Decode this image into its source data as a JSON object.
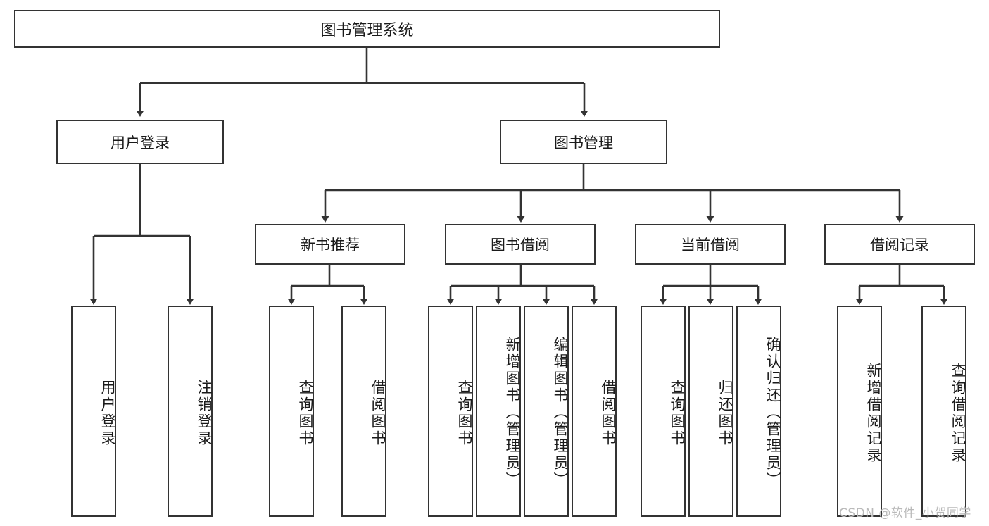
{
  "diagram": {
    "title": "图书管理系统",
    "type": "functional-structure-tree",
    "root": {
      "id": "root",
      "label": "图书管理系统"
    },
    "level2": [
      {
        "id": "user-login",
        "label": "用户登录"
      },
      {
        "id": "book-manage",
        "label": "图书管理"
      }
    ],
    "level3": [
      {
        "id": "new-book-recommend",
        "label": "新书推荐",
        "parent": "book-manage"
      },
      {
        "id": "book-borrow",
        "label": "图书借阅",
        "parent": "book-manage"
      },
      {
        "id": "current-borrow",
        "label": "当前借阅",
        "parent": "book-manage"
      },
      {
        "id": "borrow-record",
        "label": "借阅记录",
        "parent": "book-manage"
      }
    ],
    "leaves": [
      {
        "id": "leaf-user-login",
        "label": "用户登录",
        "parent": "user-login"
      },
      {
        "id": "leaf-user-logout",
        "label": "注销登录",
        "parent": "user-login"
      },
      {
        "id": "leaf-query-book-1",
        "label": "查询图书",
        "parent": "new-book-recommend"
      },
      {
        "id": "leaf-borrow-book-1",
        "label": "借阅图书",
        "parent": "new-book-recommend"
      },
      {
        "id": "leaf-query-book-2",
        "label": "查询图书",
        "parent": "book-borrow"
      },
      {
        "id": "leaf-add-book",
        "label": "新增图书（管理员）",
        "parent": "book-borrow"
      },
      {
        "id": "leaf-edit-book",
        "label": "编辑图书（管理员）",
        "parent": "book-borrow"
      },
      {
        "id": "leaf-borrow-book-2",
        "label": "借阅图书",
        "parent": "book-borrow"
      },
      {
        "id": "leaf-query-book-3",
        "label": "查询图书",
        "parent": "current-borrow"
      },
      {
        "id": "leaf-return-book",
        "label": "归还图书",
        "parent": "current-borrow"
      },
      {
        "id": "leaf-confirm-return",
        "label": "确认归还（管理员）",
        "parent": "current-borrow"
      },
      {
        "id": "leaf-add-record",
        "label": "新增借阅记录",
        "parent": "borrow-record"
      },
      {
        "id": "leaf-query-record",
        "label": "查询借阅记录",
        "parent": "borrow-record"
      }
    ]
  },
  "watermark": {
    "text": "CSDN @软件_小贺同学"
  },
  "colors": {
    "stroke": "#333333",
    "fill": "#ffffff",
    "text": "#1a1a1a",
    "watermark": "#b9b9b9"
  }
}
